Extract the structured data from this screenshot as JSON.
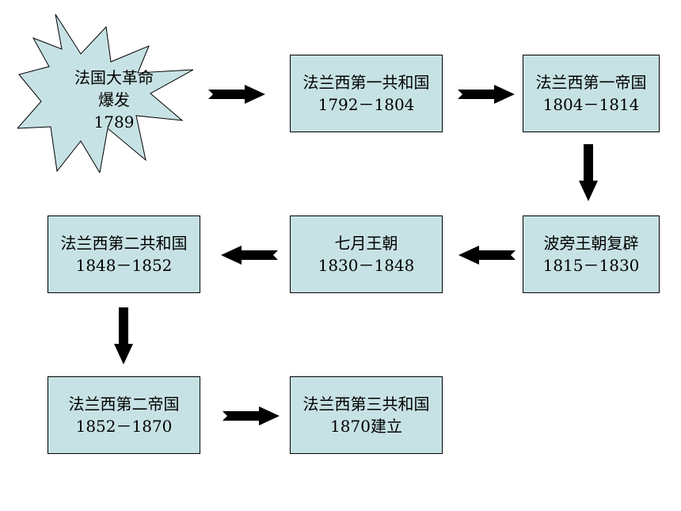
{
  "start": {
    "line1": "法国大革命",
    "line2": "爆发",
    "line3": "1789"
  },
  "boxes": [
    {
      "name": "first-republic",
      "line1": "法兰西第一共和国",
      "line2": "1792－1804"
    },
    {
      "name": "first-empire",
      "line1": "法兰西第一帝国",
      "line2": "1804－1814"
    },
    {
      "name": "bourbon-restoration",
      "line1": "波旁王朝复辟",
      "line2": "1815－1830"
    },
    {
      "name": "july-monarchy",
      "line1": "七月王朝",
      "line2": "1830－1848"
    },
    {
      "name": "second-republic",
      "line1": "法兰西第二共和国",
      "line2": "1848－1852"
    },
    {
      "name": "second-empire",
      "line1": "法兰西第二帝国",
      "line2": "1852－1870"
    },
    {
      "name": "third-republic",
      "line1": "法兰西第三共和国",
      "line2": "1870建立"
    }
  ],
  "colors": {
    "box_fill": "#c7e2e4",
    "arrow": "#000000"
  }
}
